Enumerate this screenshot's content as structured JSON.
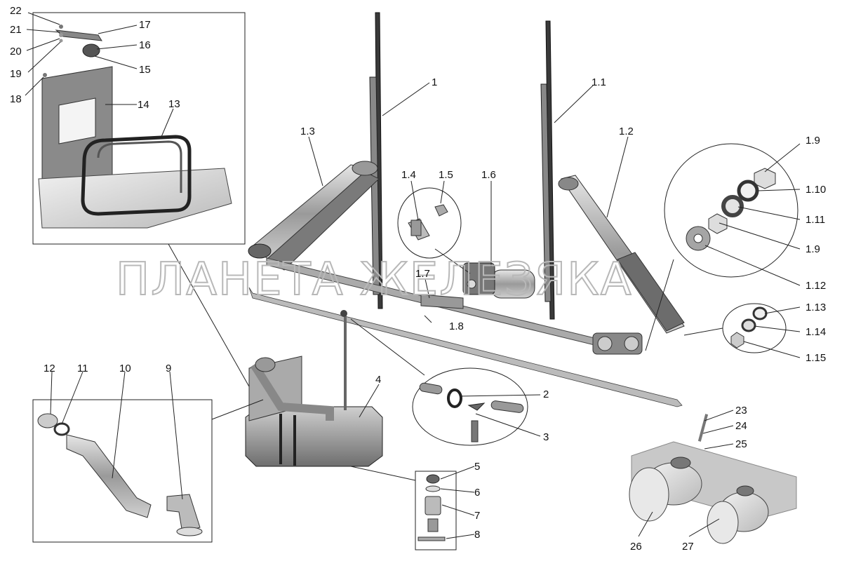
{
  "watermark": "ПЛАНЕТА ЖЕЛЕЗЯКА",
  "callouts": {
    "c1": "1",
    "c1_1": "1.1",
    "c1_2": "1.2",
    "c1_3": "1.3",
    "c1_4": "1.4",
    "c1_5": "1.5",
    "c1_6": "1.6",
    "c1_7": "1.7",
    "c1_8": "1.8",
    "c1_9a": "1.9",
    "c1_9b": "1.9",
    "c1_10": "1.10",
    "c1_11": "1.11",
    "c1_12": "1.12",
    "c1_13": "1.13",
    "c1_14": "1.14",
    "c1_15": "1.15",
    "c2": "2",
    "c3": "3",
    "c4": "4",
    "c5": "5",
    "c6": "6",
    "c7": "7",
    "c8": "8",
    "c9": "9",
    "c10": "10",
    "c11": "11",
    "c12": "12",
    "c13": "13",
    "c14": "14",
    "c15": "15",
    "c16": "16",
    "c17": "17",
    "c18": "18",
    "c19": "19",
    "c20": "20",
    "c21": "21",
    "c22": "22",
    "c23": "23",
    "c24": "24",
    "c25": "25",
    "c26": "26",
    "c27": "27"
  }
}
